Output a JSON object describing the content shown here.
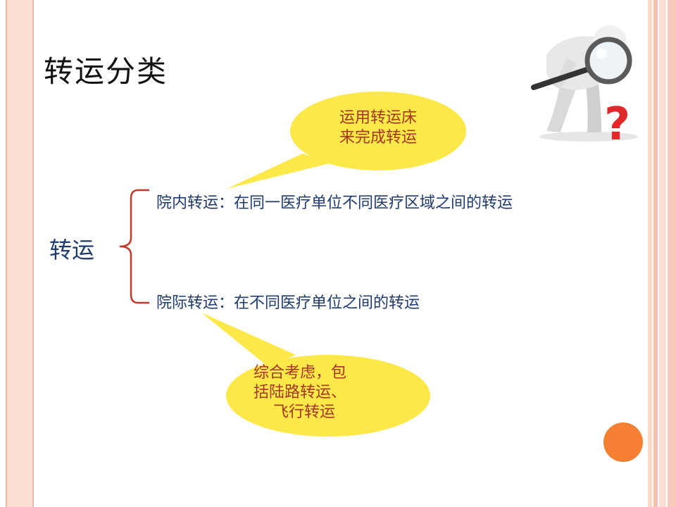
{
  "slide": {
    "title": "转运分类",
    "root": "转运",
    "branches": [
      "院内转运：在同一医疗单位不同医疗区域之间的转运",
      "院际转运：在不同医疗单位之间的转运"
    ],
    "callouts": [
      {
        "lines": [
          "运用转运床",
          "来完成转运"
        ]
      },
      {
        "lines": [
          "综合考虑，包",
          "括陆路转运、",
          "飞行转运"
        ]
      }
    ],
    "illustration": {
      "icon": "magnifier-person-icon",
      "question_mark": "?"
    }
  },
  "colors": {
    "title": "#111111",
    "body_text": "#1f3a6e",
    "callout_text": "#a6361c",
    "callout_fill": "#fde84a",
    "bracket": "#c0392b",
    "accent_dot": "#f57f32",
    "border": "#fadfd4"
  }
}
